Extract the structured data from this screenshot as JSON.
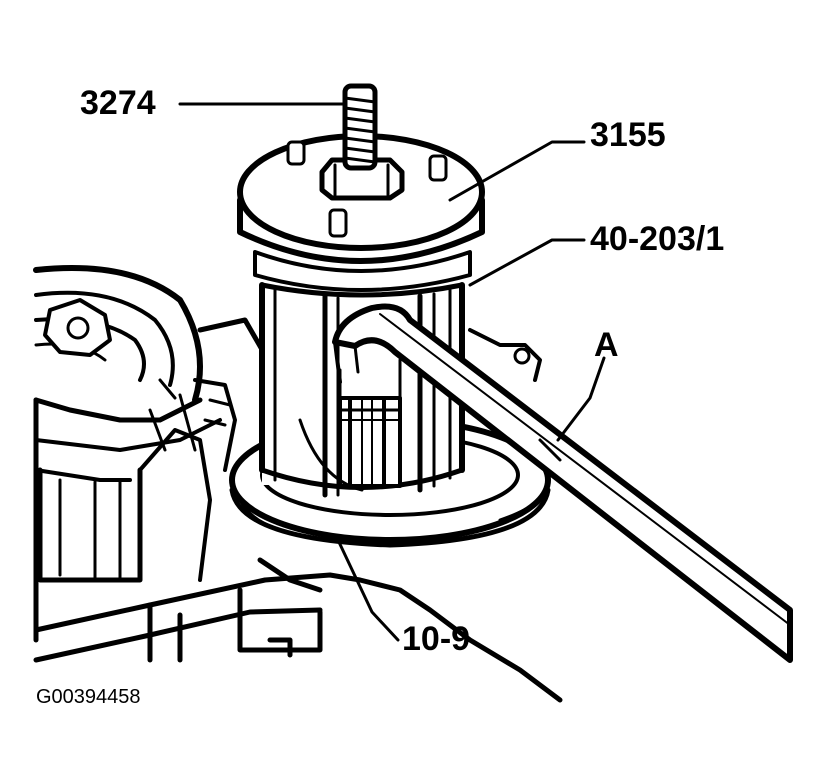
{
  "callouts": {
    "tool_3274": "3274",
    "tool_3155": "3155",
    "tool_40_203_1": "40-203/1",
    "part_a": "A",
    "tool_10_9": "10-9"
  },
  "figure_id": "G00394458"
}
